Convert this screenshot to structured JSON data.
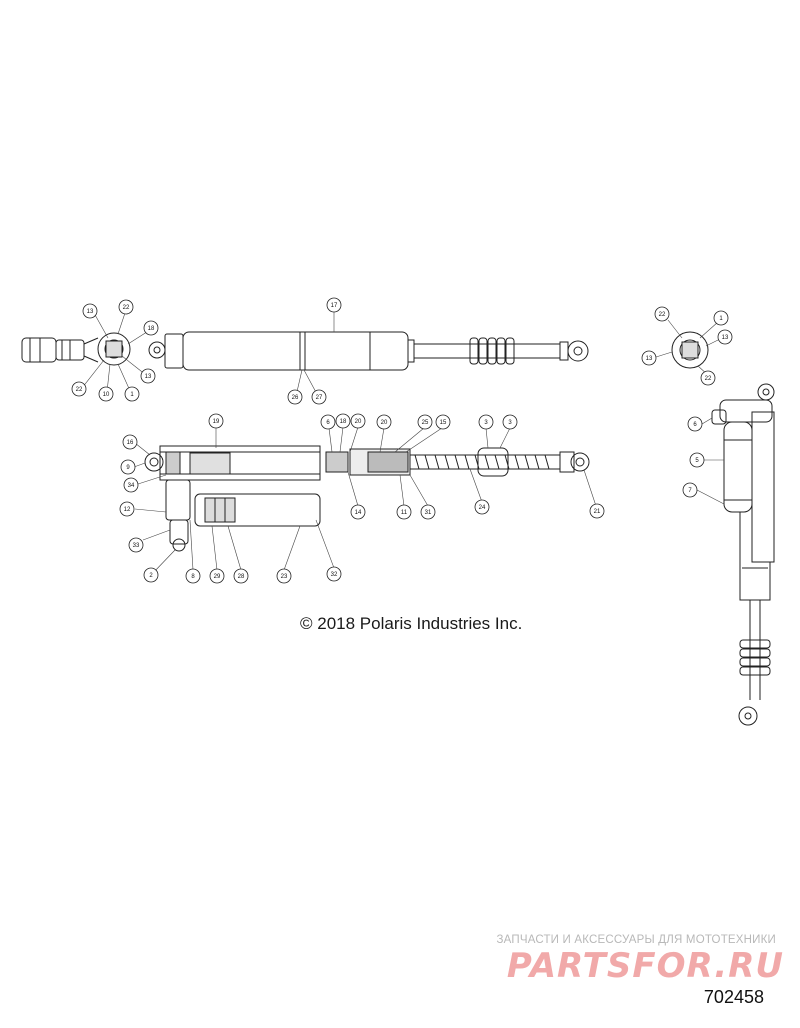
{
  "copyright": "© 2018 Polaris Industries Inc.",
  "figure_number": "702458",
  "watermark": {
    "tagline": "ЗАПЧАСТИ И АКСЕССУАРЫ ДЛЯ МОТОТЕХНИКИ",
    "logo": "PARTSFOR.RU",
    "color": "#f1a9a9"
  },
  "colors": {
    "line": "#222222",
    "shade": "#9a9a9a",
    "light": "#d8d8d8"
  },
  "callouts": {
    "top_left_cap": [
      "13",
      "22",
      "10",
      "22",
      "18",
      "1",
      "13"
    ],
    "top_shock": [
      "17",
      "26",
      "27"
    ],
    "section_view": [
      "16",
      "9",
      "34",
      "19",
      "6",
      "18",
      "20",
      "20",
      "25",
      "15",
      "3",
      "3",
      "14",
      "11",
      "31",
      "24",
      "21"
    ],
    "reservoir": [
      "12",
      "33",
      "2",
      "8",
      "29",
      "28",
      "23",
      "32"
    ],
    "right_cap": [
      "22",
      "1",
      "13",
      "13",
      "22"
    ],
    "right_shock": [
      "6",
      "5",
      "7"
    ]
  }
}
